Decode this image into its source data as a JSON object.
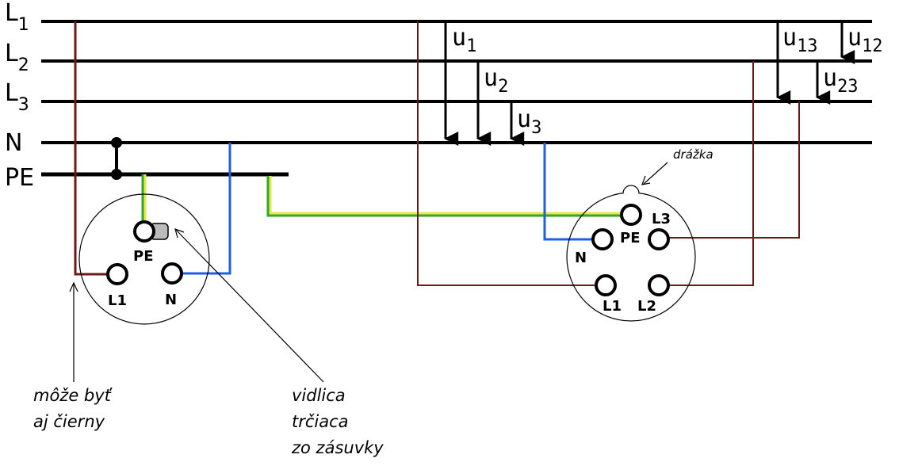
{
  "buses": {
    "l1": {
      "main": "L",
      "sub": "1"
    },
    "l2": {
      "main": "L",
      "sub": "2"
    },
    "l3": {
      "main": "L",
      "sub": "3"
    },
    "n": {
      "main": "N"
    },
    "pe": {
      "main": "PE"
    }
  },
  "voltages": {
    "u1": {
      "main": "u",
      "sub": "1"
    },
    "u2": {
      "main": "u",
      "sub": "2"
    },
    "u3": {
      "main": "u",
      "sub": "3"
    },
    "u13": {
      "main": "u",
      "sub": "13"
    },
    "u12": {
      "main": "u",
      "sub": "12"
    },
    "u23": {
      "main": "u",
      "sub": "23"
    }
  },
  "single_phase_socket": {
    "pe": "PE",
    "l1": "L1",
    "n": "N"
  },
  "three_phase_socket": {
    "l3": "L3",
    "pe": "PE",
    "n": "N",
    "l1": "L1",
    "l2": "L2"
  },
  "notes": {
    "groove": "drážka",
    "color_line1": "môže byť",
    "color_line2": "aj čierny",
    "plug_line1": "vidlica",
    "plug_line2": "trčiaca",
    "plug_line3": "zo zásuvky"
  },
  "colors": {
    "phase": "#6b1a1a",
    "neutral": "#1f5fe0",
    "pe_green": "#2ea82e",
    "pe_yellow": "#e8e84a",
    "bus": "#000000"
  }
}
